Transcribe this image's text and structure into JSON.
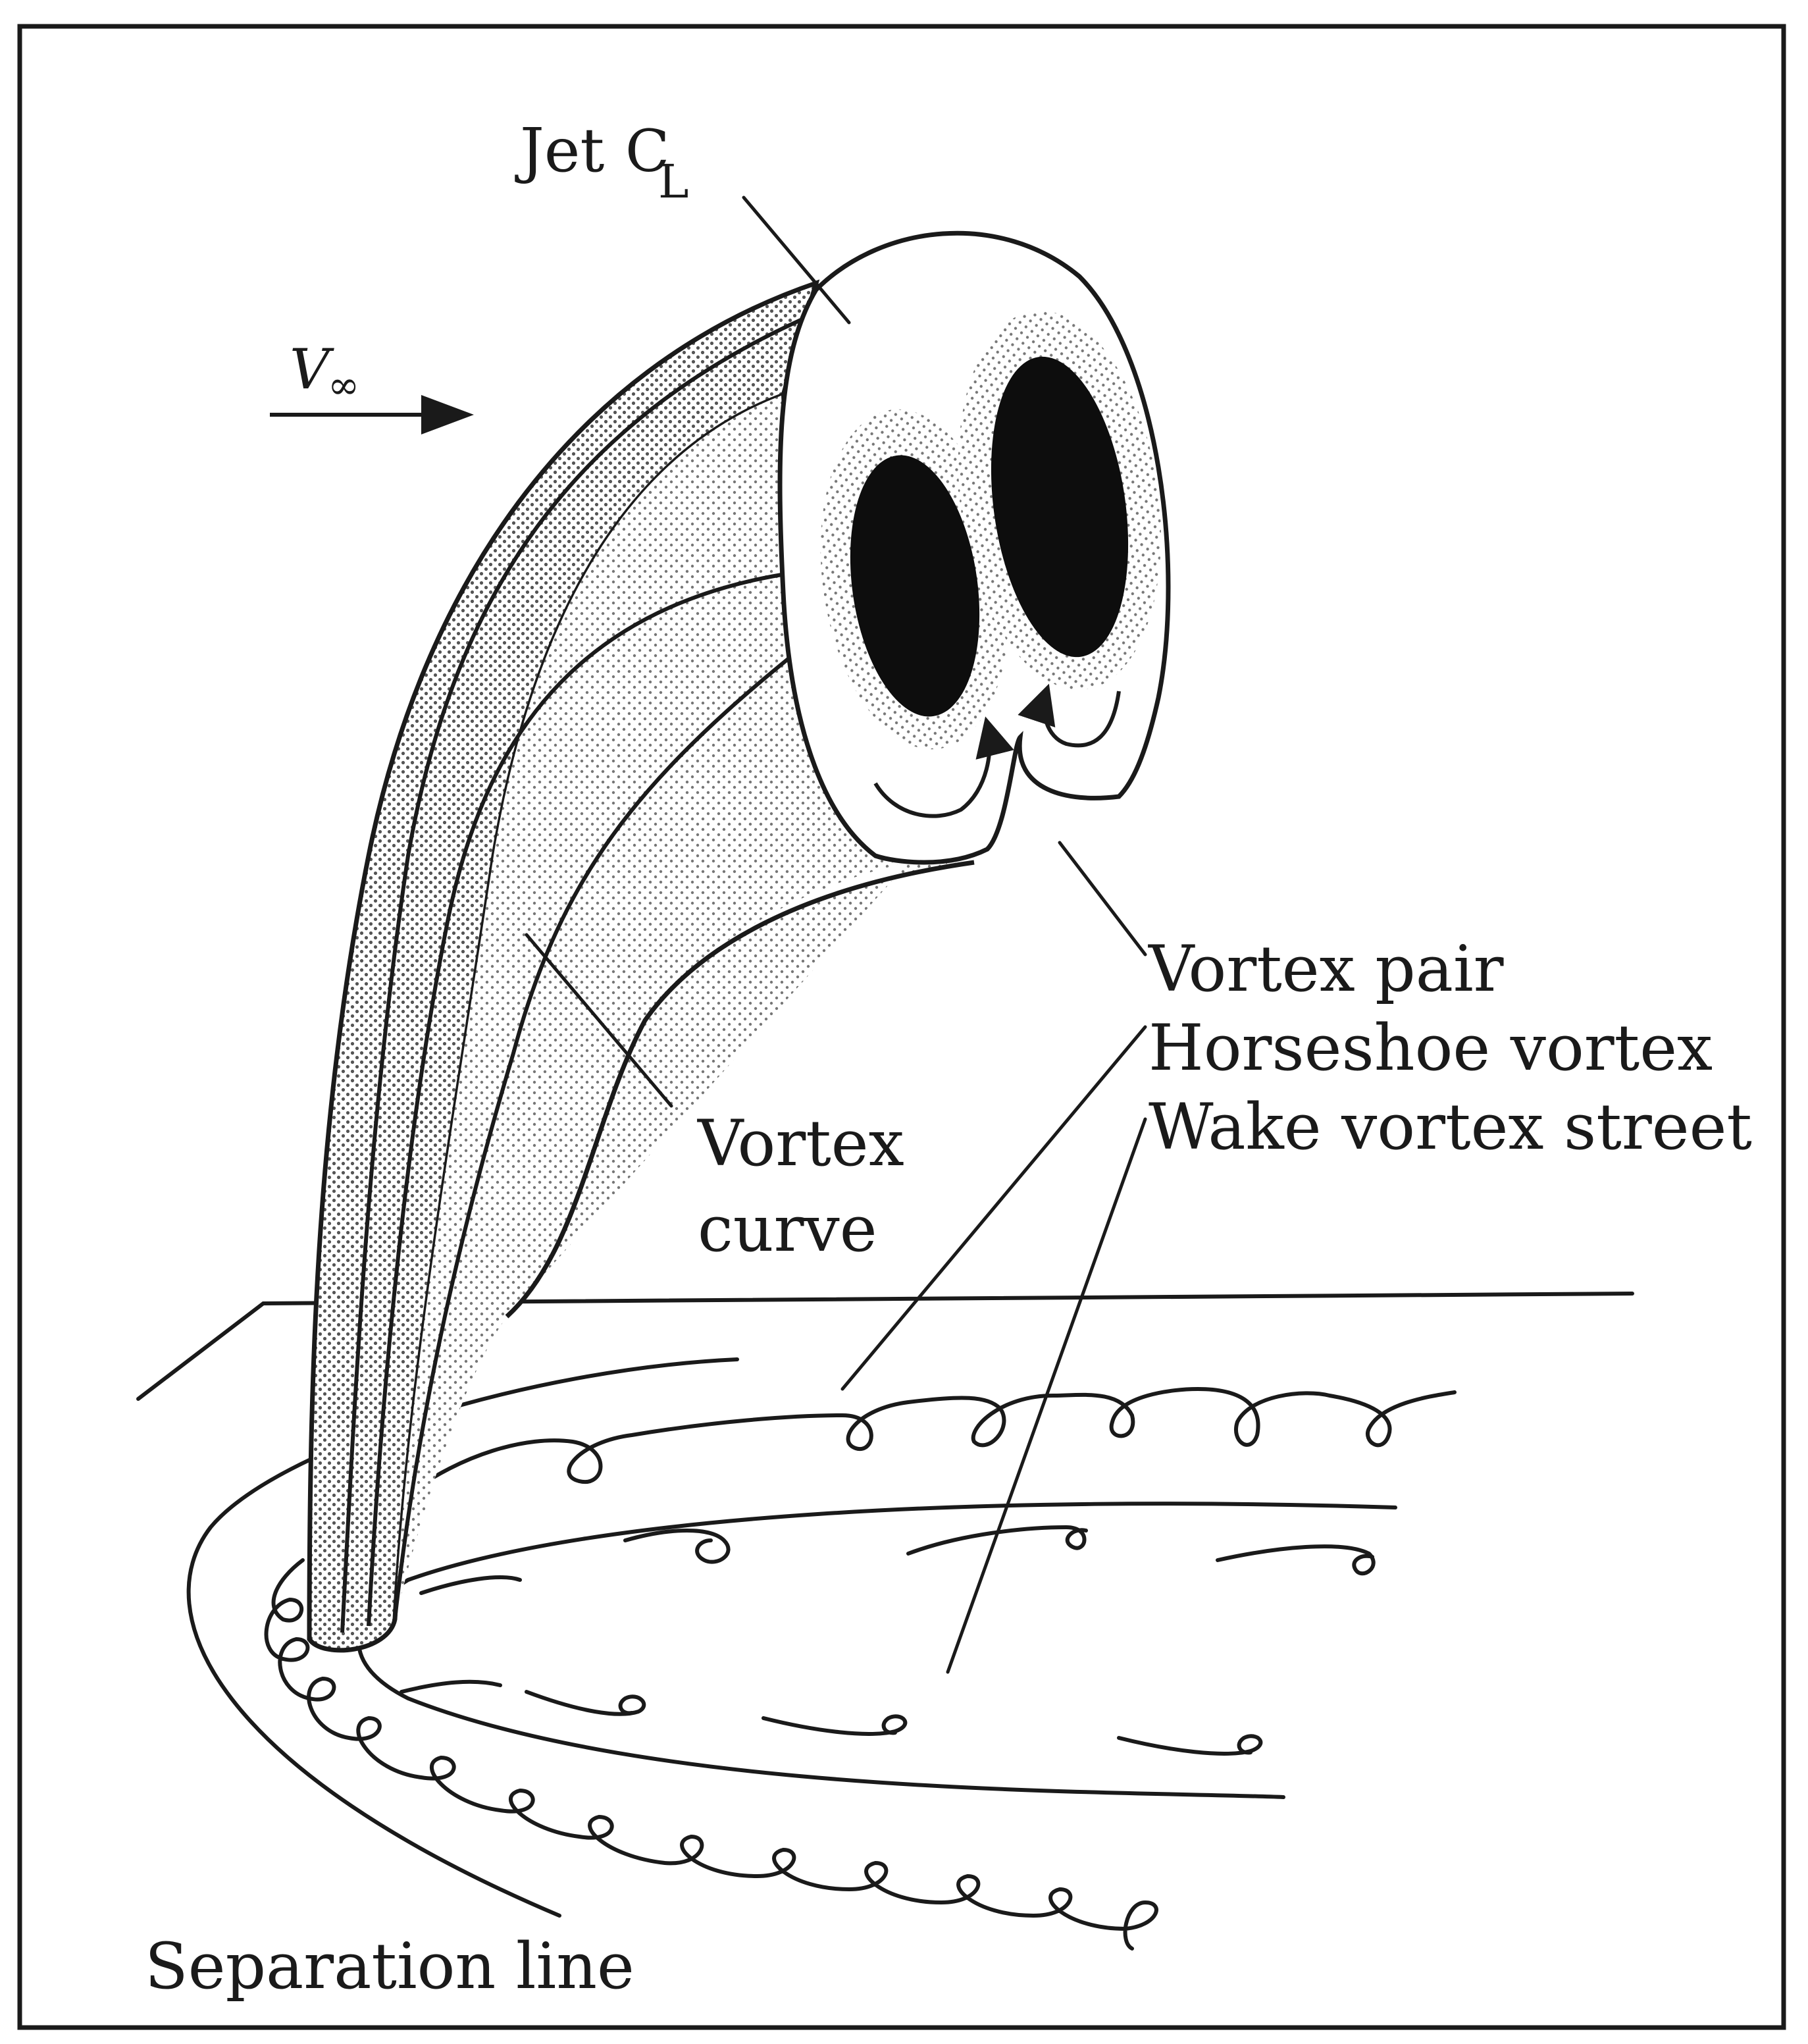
{
  "labels": {
    "jet_centerline_prefix": "Jet",
    "centerline_symbol": "C",
    "centerline_sub": "L",
    "freestream_v": "V",
    "freestream_sub": "∞",
    "vortex_pair": "Vortex pair",
    "horseshoe_vortex": "Horseshoe vortex",
    "wake_vortex_street": "Wake vortex street",
    "vortex_curve_line1": "Vortex",
    "vortex_curve_line2": "curve",
    "separation_line": "Separation line"
  },
  "colors": {
    "ink": "#1a1a1a",
    "stipple": "#9a9a9a",
    "background": "#ffffff"
  },
  "icons": {
    "freestream_arrow": "arrow-right-icon",
    "rotation_arrows": "curved-arrow-icon"
  }
}
